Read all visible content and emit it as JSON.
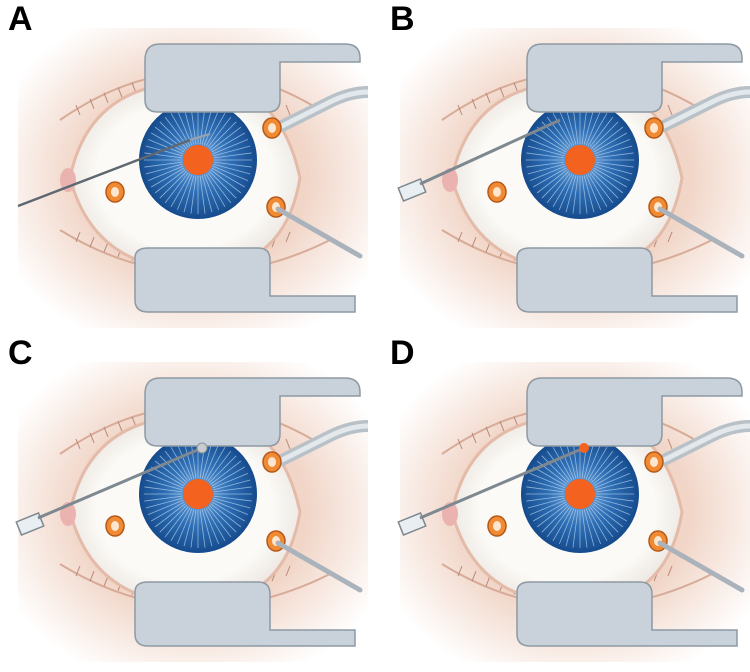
{
  "panels": [
    {
      "label": "A",
      "instrument": "fine-needle",
      "tip": "iris-center"
    },
    {
      "label": "B",
      "instrument": "cannula",
      "tip": "upper-vitreous"
    },
    {
      "label": "C",
      "instrument": "cannula",
      "tip": "grey-bubble"
    },
    {
      "label": "D",
      "instrument": "cannula",
      "tip": "orange-drop"
    }
  ],
  "colors": {
    "skin": "#f1d6c8",
    "skin_edge": "#e4bba8",
    "sclera": "#fbfaf6",
    "iris": "#2f6fb5",
    "iris_dark": "#174d8f",
    "pupil": "#f4621f",
    "speculum": "#c9d2da",
    "port": "#f08a33",
    "instrument": "#aab3bb"
  }
}
